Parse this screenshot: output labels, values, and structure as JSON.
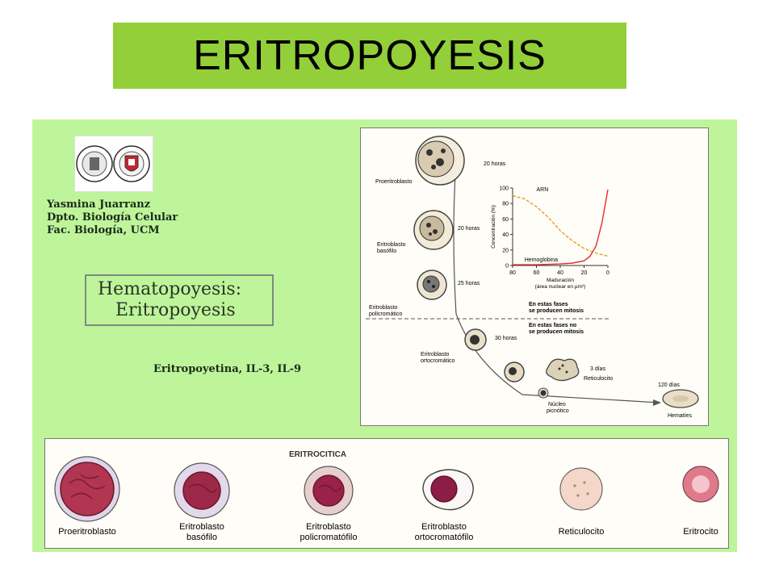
{
  "title": "ERITROPOYESIS",
  "author": {
    "name": "Yasmina Juarranz",
    "dept": "Dpto. Biología Celular",
    "faculty": "Fac. Biología, UCM"
  },
  "box_title": {
    "line1": "Hematopoyesis:",
    "line2": "Eritropoyesis"
  },
  "factors": "Eritropoyetina, IL-3, IL-9",
  "figure": {
    "stages": {
      "proeritroblasto": "Proeritroblasto",
      "basofilo_1": "Eritroblasto",
      "basofilo_2": "basófilo",
      "policromatico_1": "Eritroblasto",
      "policromatico_2": "policromático",
      "ortocromatico_1": "Eritroblasto",
      "ortocromatico_2": "ortocromático",
      "nucleo_1": "Núcleo",
      "nucleo_2": "picnótico",
      "reticulocito": "Reticulocito",
      "hematies": "Hematíes"
    },
    "times": {
      "t1": "20 horas",
      "t2": "20 horas",
      "t3": "25 horas",
      "t4": "30 horas",
      "t5": "3 días",
      "t6": "120 días"
    },
    "mitosis_yes_1": "En estas fases",
    "mitosis_yes_2": "se producen mitosis",
    "mitosis_no_1": "En estas fases no",
    "mitosis_no_2": "se producen mitosis"
  },
  "chart_data": {
    "type": "line",
    "ylabel": "Concentración (%)",
    "xlabel_1": "Maduración",
    "xlabel_2": "(área nuclear en µm²)",
    "x_ticks": [
      "80",
      "60",
      "40",
      "20",
      "0"
    ],
    "y_ticks": [
      "100",
      "80",
      "60",
      "40",
      "20",
      "0"
    ],
    "xlim": [
      80,
      0
    ],
    "ylim": [
      0,
      100
    ],
    "series": [
      {
        "name": "ARN",
        "color": "#e0a020",
        "style": "dashed",
        "x": [
          80,
          70,
          60,
          50,
          40,
          30,
          20,
          10,
          0
        ],
        "y": [
          90,
          86,
          76,
          62,
          45,
          32,
          22,
          16,
          12
        ]
      },
      {
        "name": "Hemoglobina",
        "color": "#e03020",
        "style": "solid",
        "x": [
          80,
          60,
          40,
          30,
          20,
          15,
          10,
          5,
          0
        ],
        "y": [
          1,
          1,
          2,
          3,
          6,
          12,
          25,
          55,
          98
        ]
      }
    ]
  },
  "bottom": {
    "heading": "ERITROCITICA",
    "cells": [
      {
        "line1": "Proeritroblasto",
        "line2": ""
      },
      {
        "line1": "Eritroblasto",
        "line2": "basófilo"
      },
      {
        "line1": "Eritroblasto",
        "line2": "policromatófilo"
      },
      {
        "line1": "Eritroblasto",
        "line2": "ortocromatófilo"
      },
      {
        "line1": "Reticulocito",
        "line2": ""
      },
      {
        "line1": "Eritrocito",
        "line2": ""
      }
    ]
  }
}
